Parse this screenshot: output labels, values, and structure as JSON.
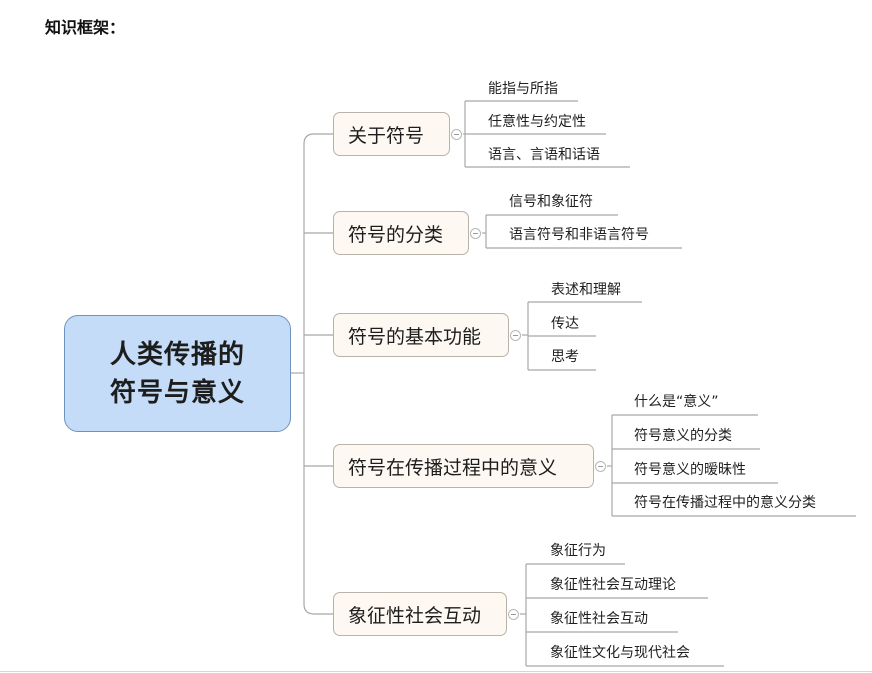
{
  "heading": "知识框架：",
  "root": {
    "line1": "人类传播的",
    "line2": "符号与意义"
  },
  "branches": [
    {
      "label": "关于符号",
      "children": [
        "能指与所指",
        "任意性与约定性",
        "语言、言语和话语"
      ]
    },
    {
      "label": "符号的分类",
      "children": [
        "信号和象征符",
        "语言符号和非语言符号"
      ]
    },
    {
      "label": "符号的基本功能",
      "children": [
        "表述和理解",
        "传达",
        "思考"
      ]
    },
    {
      "label": "符号在传播过程中的意义",
      "children": [
        "什么是“意义”",
        "符号意义的分类",
        "符号意义的暧昧性",
        "符号在传播过程中的意义分类"
      ]
    },
    {
      "label": "象征性社会互动",
      "children": [
        "象征行为",
        "象征性社会互动理论",
        "象征性社会互动",
        "象征性文化与现代社会"
      ]
    }
  ],
  "colors": {
    "root_fill": "#c5dcf8",
    "root_border": "#6f93c0",
    "branch_fill": "#fdf8f1",
    "branch_border": "#b9b2a8",
    "connector": "#a8a8a8"
  }
}
